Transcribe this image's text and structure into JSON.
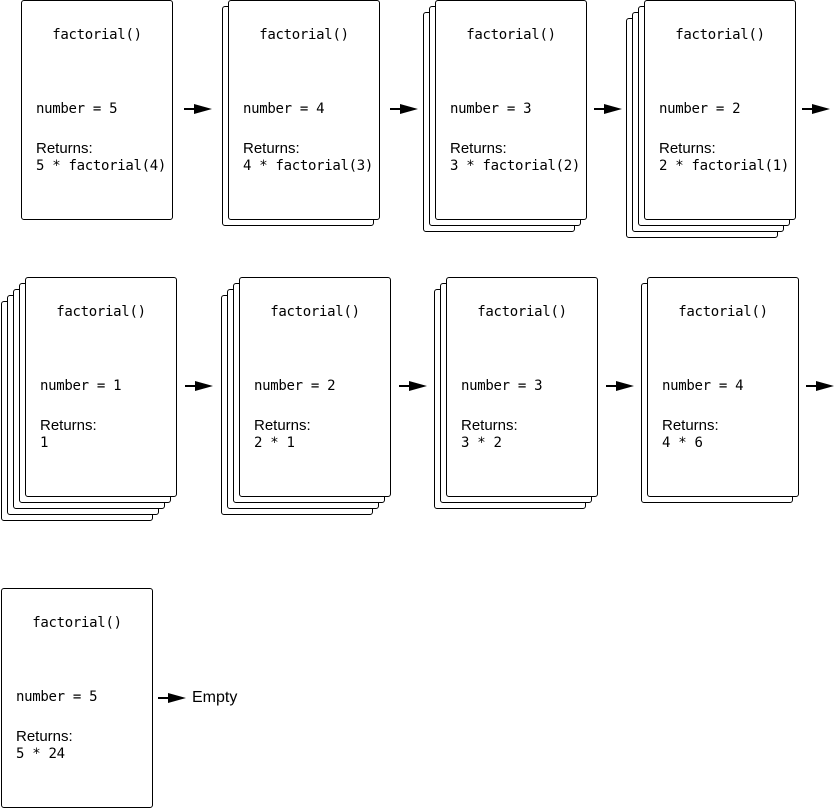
{
  "frames": [
    {
      "function": "factorial()",
      "number": "number = 5",
      "returns_label": "Returns:",
      "returns": "5 * factorial(4)"
    },
    {
      "function": "factorial()",
      "number": "number = 4",
      "returns_label": "Returns:",
      "returns": "4 * factorial(3)"
    },
    {
      "function": "factorial()",
      "number": "number = 3",
      "returns_label": "Returns:",
      "returns": "3 * factorial(2)"
    },
    {
      "function": "factorial()",
      "number": "number = 2",
      "returns_label": "Returns:",
      "returns": "2 * factorial(1)"
    },
    {
      "function": "factorial()",
      "number": "number = 1",
      "returns_label": "Returns:",
      "returns": "1"
    },
    {
      "function": "factorial()",
      "number": "number = 2",
      "returns_label": "Returns:",
      "returns": "2 * 1"
    },
    {
      "function": "factorial()",
      "number": "number = 3",
      "returns_label": "Returns:",
      "returns": "3 * 2"
    },
    {
      "function": "factorial()",
      "number": "number = 4",
      "returns_label": "Returns:",
      "returns": "4 * 6"
    },
    {
      "function": "factorial()",
      "number": "number = 5",
      "returns_label": "Returns:",
      "returns": "5 * 24"
    }
  ],
  "end_label": "Empty"
}
